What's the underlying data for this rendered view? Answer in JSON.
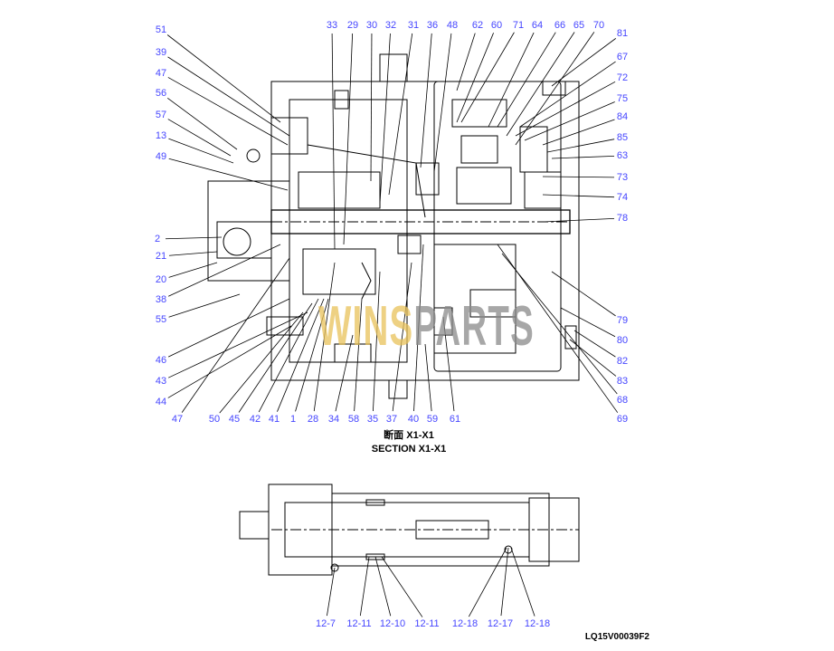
{
  "diagram": {
    "caption_jp": "断面 X1-X1",
    "caption_en": "SECTION X1-X1",
    "drawing_code": "LQ15V00039F2",
    "watermark": {
      "part1": "WINS",
      "part2": "PARTS",
      "color1": "#e8c25a",
      "color2": "#8a8a8a"
    },
    "label_color": "#4646ff",
    "labels_left": [
      "51",
      "39",
      "47",
      "56",
      "57",
      "13",
      "49",
      "2",
      "21",
      "20",
      "38",
      "55",
      "46",
      "43",
      "44"
    ],
    "labels_top": [
      "33",
      "29",
      "30",
      "32",
      "31",
      "36",
      "48",
      "62",
      "60",
      "71",
      "64",
      "66",
      "65",
      "70"
    ],
    "labels_right": [
      "81",
      "67",
      "72",
      "75",
      "84",
      "85",
      "63",
      "73",
      "74",
      "78",
      "79",
      "80",
      "82",
      "83",
      "68",
      "69"
    ],
    "labels_bottom": [
      "47",
      "50",
      "45",
      "42",
      "41",
      "1",
      "28",
      "34",
      "58",
      "35",
      "37",
      "40",
      "59",
      "61"
    ],
    "labels_detail": [
      "12-7",
      "12-11",
      "12-10",
      "12-11",
      "12-18",
      "12-17",
      "12-18"
    ]
  }
}
